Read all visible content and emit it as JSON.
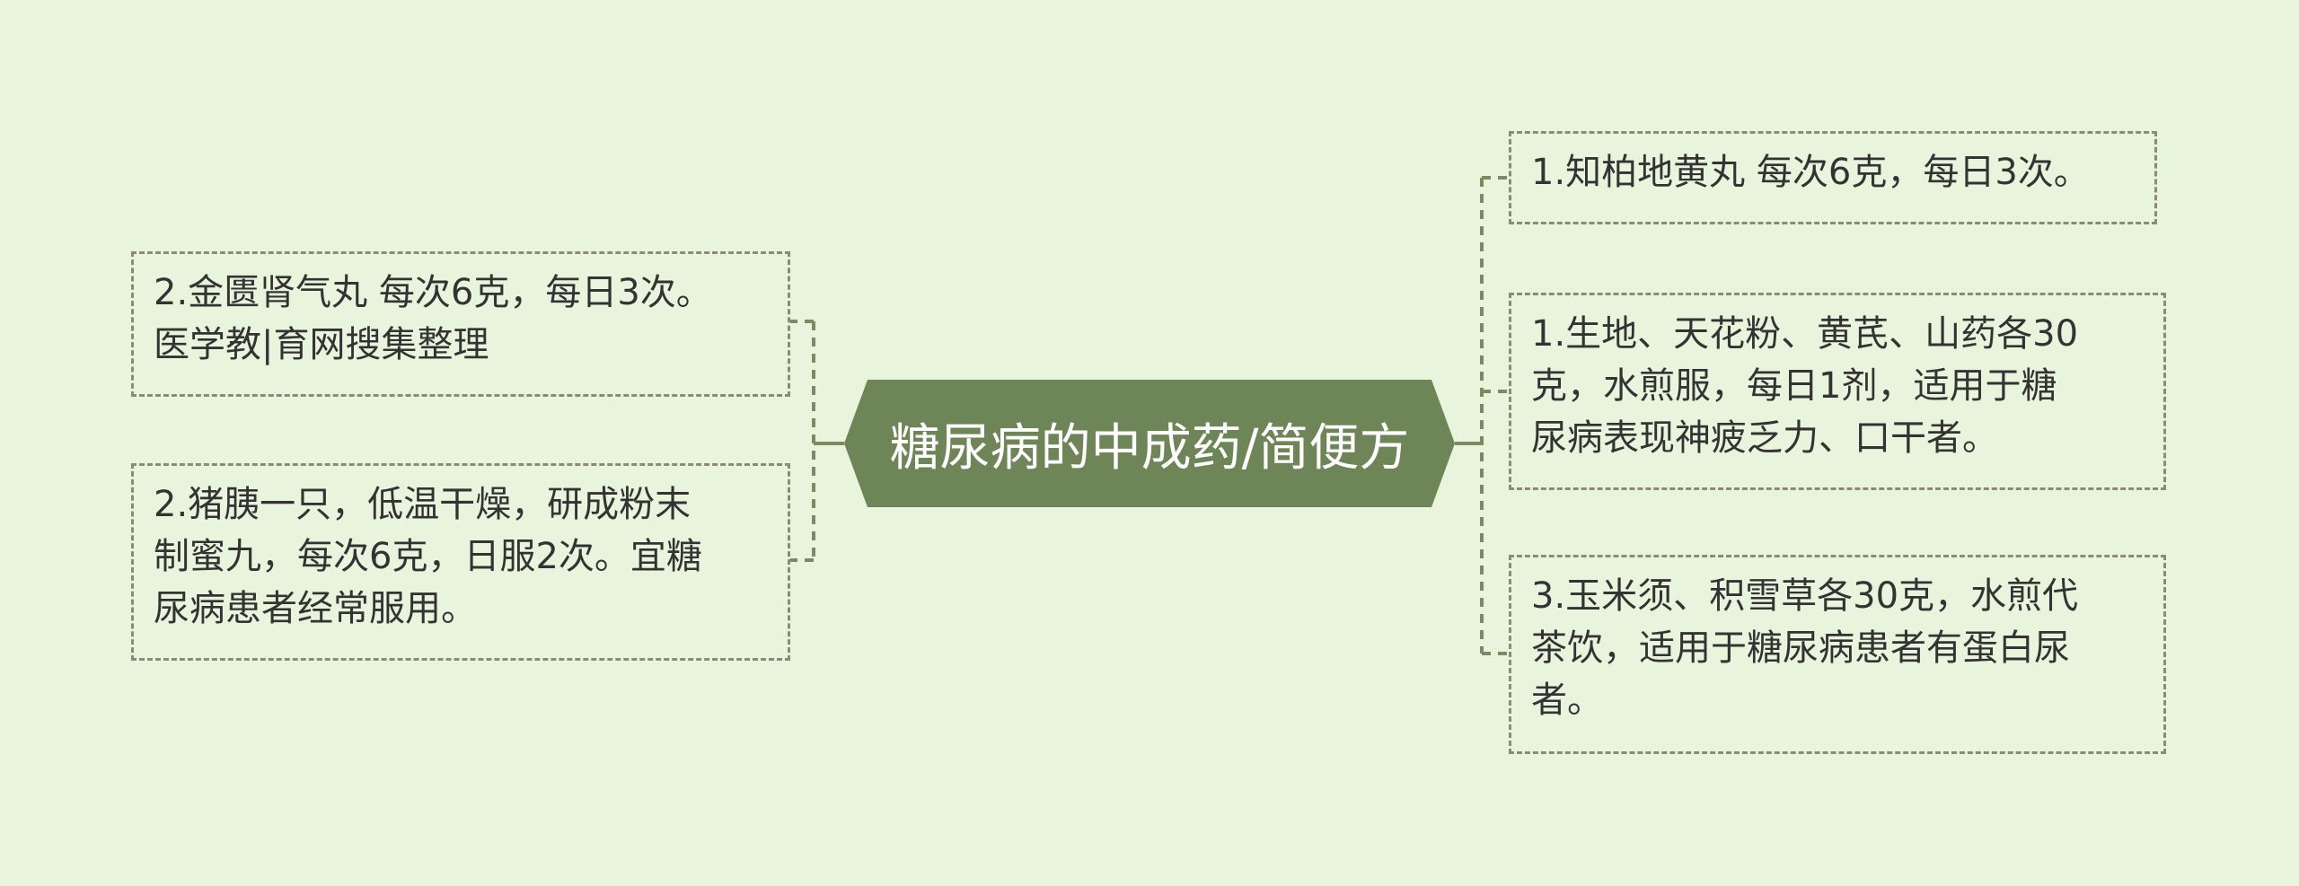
{
  "mindmap": {
    "center": {
      "label": "糖尿病的中成药/简便方"
    },
    "left_nodes": [
      {
        "text": "2.金匮肾气丸 每次6克，每日3次。\n医学教|育网搜集整理"
      },
      {
        "text": "2.猪胰一只，低温干燥，研成粉末\n制蜜九，每次6克，日服2次。宜糖\n尿病患者经常服用。"
      }
    ],
    "right_nodes": [
      {
        "text": "1.知柏地黄丸 每次6克，每日3次。"
      },
      {
        "text": "1.生地、天花粉、黄芪、山药各30\n克，水煎服，每日1剂，适用于糖\n尿病表现神疲乏力、口干者。"
      },
      {
        "text": "3.玉米须、积雪草各30克，水煎代\n茶饮，适用于糖尿病患者有蛋白尿\n者。"
      }
    ]
  },
  "colors": {
    "background": "#e8f5dc",
    "center_fill": "#6e8558",
    "connector": "#7b8a63",
    "node_border": "#8a8a7a",
    "text": "#333333"
  }
}
